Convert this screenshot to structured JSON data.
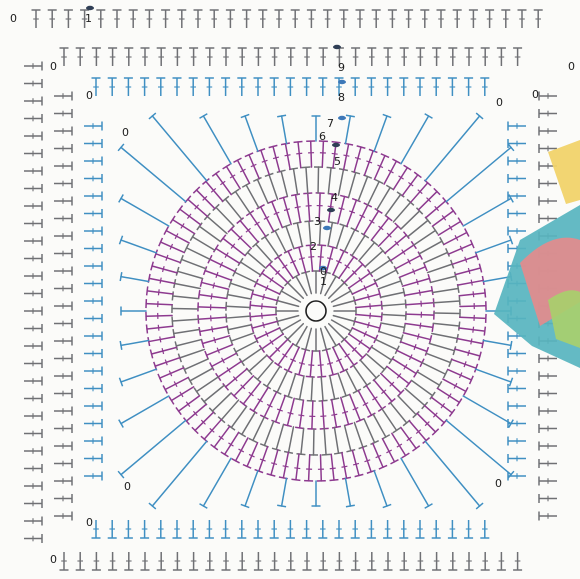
{
  "colors": {
    "background": "#fbfbf9",
    "gray_rows": "#6f7074",
    "blue_rows": "#3f8fc2",
    "purple_rows": "#8d3a8f",
    "marker_dark": "#2f3e55",
    "marker_blue": "#3d78b8",
    "photo_pink": "#e58b8c",
    "photo_teal": "#57b4bf",
    "photo_yellow": "#f1d36a",
    "photo_lime": "#a8cf6c"
  },
  "diagram": {
    "row_labels_center": [
      "0",
      "1",
      "2",
      "3",
      "4",
      "5",
      "6",
      "7",
      "8",
      "9"
    ],
    "corner_labels": [
      "0",
      "1",
      "0",
      "0",
      "0",
      "0",
      "0",
      "0",
      "0",
      "0",
      "0",
      "0"
    ],
    "center_ring_label": "",
    "inner_zero_labels": [
      "0",
      "0",
      "0",
      "0"
    ]
  }
}
